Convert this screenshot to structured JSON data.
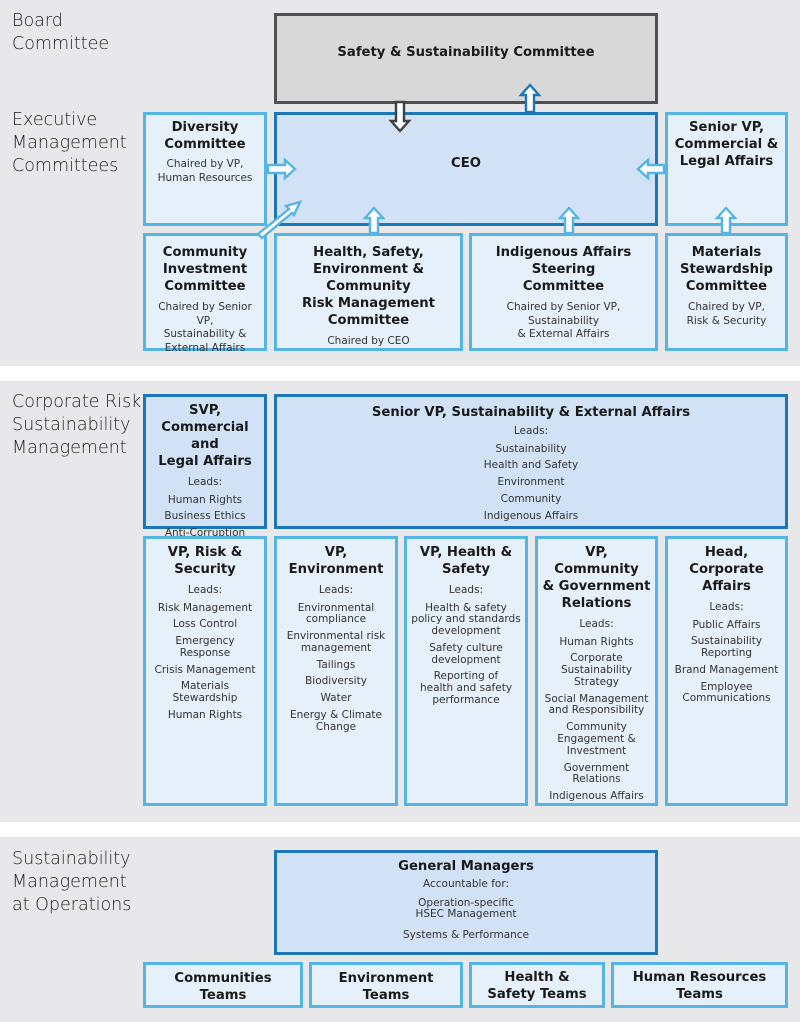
{
  "sections": {
    "board": "Board\nCommittee",
    "executive": "Executive\nManagement\nCommittees",
    "corporate": "Corporate Risk\nSustainability\nManagement",
    "operations": "Sustainability\nManagement\nat Operations"
  },
  "board_committee": {
    "title": "Safety & Sustainability Committee"
  },
  "ceo": {
    "title": "CEO"
  },
  "diversity": {
    "title": "Diversity\nCommittee",
    "sub": "Chaired by VP,\nHuman Resources"
  },
  "senior_vp_legal": {
    "title": "Senior VP,\nCommercial &\nLegal Affairs"
  },
  "community_investment": {
    "title": "Community\nInvestment\nCommittee",
    "sub": "Chaired by Senior VP,\nSustainability &\nExternal Affairs"
  },
  "hsec_risk": {
    "title": "Health, Safety,\nEnvironment & Community\nRisk Management\nCommittee",
    "sub": "Chaired by CEO"
  },
  "indigenous_steering": {
    "title": "Indigenous Affairs Steering\nCommittee",
    "sub": "Chaired by Senior VP, Sustainability\n& External Affairs"
  },
  "materials_stewardship": {
    "title": "Materials\nStewardship\nCommittee",
    "sub": "Chaired by VP,\nRisk & Security"
  },
  "svp_commercial": {
    "title": "SVP,\nCommercial and\nLegal Affairs",
    "leads_label": "Leads:",
    "items": [
      "Human Rights",
      "Business Ethics",
      "Anti-Corruption"
    ]
  },
  "svp_sustainability": {
    "title": "Senior VP, Sustainability & External Affairs",
    "leads_label": "Leads:",
    "items": [
      "Sustainability",
      "Health and Safety",
      "Environment",
      "Community",
      "Indigenous Affairs"
    ]
  },
  "vp_risk": {
    "title": "VP, Risk &\nSecurity",
    "leads_label": "Leads:",
    "items": [
      "Risk Management",
      "Loss Control",
      "Emergency Response",
      "Crisis Management",
      "Materials\nStewardship",
      "Human Rights"
    ]
  },
  "vp_environment": {
    "title": "VP, Environment",
    "leads_label": "Leads:",
    "items": [
      "Environmental\ncompliance",
      "Environmental risk\nmanagement",
      "Tailings",
      "Biodiversity",
      "Water",
      "Energy & Climate\nChange"
    ]
  },
  "vp_health_safety": {
    "title": "VP, Health &\nSafety",
    "leads_label": "Leads:",
    "items": [
      "Health & safety\npolicy and standards\ndevelopment",
      "Safety culture\ndevelopment",
      "Reporting of\nhealth and safety\nperformance"
    ]
  },
  "vp_community": {
    "title": "VP, Community\n& Government\nRelations",
    "leads_label": "Leads:",
    "items": [
      "Human Rights",
      "Corporate\nSustainability\nStrategy",
      "Social Management\nand Responsibility",
      "Community\nEngagement &\nInvestment",
      "Government\nRelations",
      "Indigenous Affairs"
    ]
  },
  "head_corporate": {
    "title": "Head,\nCorporate\nAffairs",
    "leads_label": "Leads:",
    "items": [
      "Public Affairs",
      "Sustainability\nReporting",
      "Brand Management",
      "Employee\nCommunications"
    ]
  },
  "general_managers": {
    "title": "General Managers",
    "sub": "Accountable for:",
    "items": [
      "Operation-specific\nHSEC Management",
      "Systems & Performance"
    ]
  },
  "teams": [
    "Communities Teams",
    "Environment Teams",
    "Health &\nSafety Teams",
    "Human Resources\nTeams"
  ],
  "colors": {
    "band": "#e8e8ea",
    "light_border": "#54b5e5",
    "dark_border": "#1b77b9",
    "box_fill": "#e5f0fb",
    "box_fill_strong": "#d1e2f6",
    "board_border": "#505050",
    "board_fill": "#d8d8d8"
  }
}
